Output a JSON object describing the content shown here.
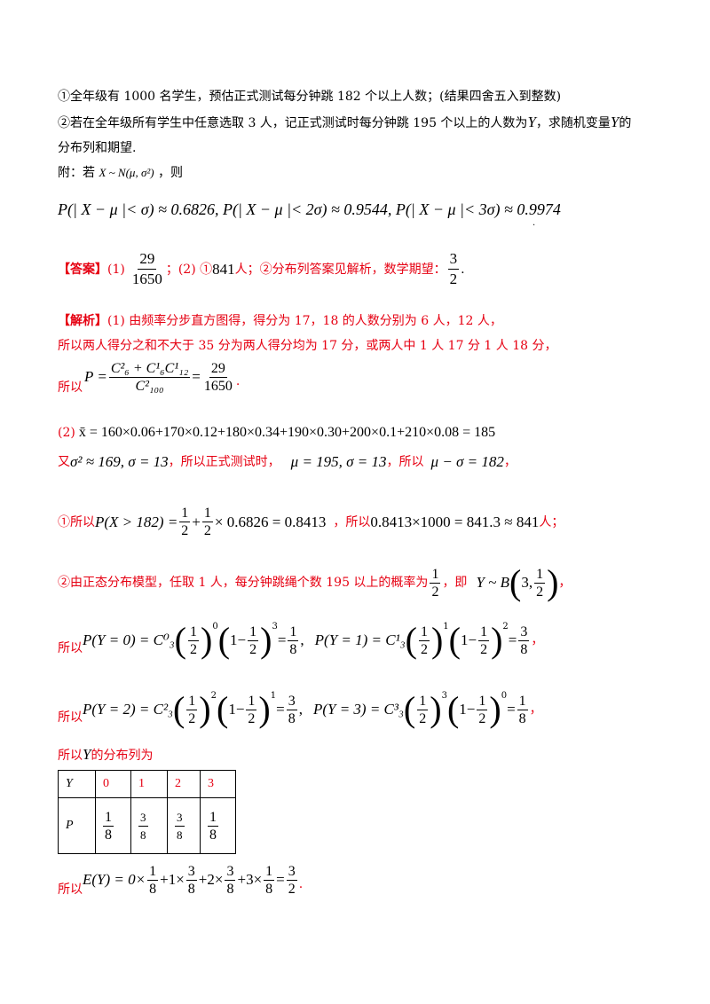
{
  "question": {
    "line1": "①全年级有 1000 名学生，预估正式测试每分钟跳 182 个以上人数；(结果四舍五入到整数)",
    "line2a": "②若在全年级所有学生中任意选取 3 人，记正式测试时每分钟跳 195 个以上的人数为",
    "line2b": "，求随机变量",
    "line2c": "的",
    "line3": "分布列和期望.",
    "appendix_a": "附：若",
    "appendix_b": "，则",
    "normal_probs": "P(| X − μ |< σ) ≈ 0.6826,    P(| X − μ |< 2σ) ≈ 0.9544,    P(| X − μ |< 3σ) ≈ 0.9974"
  },
  "answer": {
    "label": "【答案】",
    "part1": "(1)",
    "frac1_num": "29",
    "frac1_den": "1650",
    "part2": "；(2) ①",
    "value841": "841",
    "rest": "人；②分布列答案见解析，数学期望：",
    "exp_num": "3",
    "exp_den": "2"
  },
  "analysis": {
    "label": "【解析】",
    "p1": "(1) 由频率分步直方图得，得分为 17，18 的人数分别为 6 人，12 人，",
    "p2": "所以两人得分之和不大于 35 分为两人得分均为 17 分，或两人中 1 人 17 分 1 人 18 分，",
    "p3_prefix": "所以",
    "p3_lhs": "P =",
    "p3_num": "C²₆ + C¹₆C¹₁₂",
    "p3_den": "C²₁₀₀",
    "p3_res_num": "29",
    "p3_res_den": "1650",
    "mean_prefix": "(2)",
    "mean_expr": "x̄ = 160×0.06+170×0.12+180×0.34+190×0.30+200×0.1+210×0.08 = 185",
    "sigma_prefix": "又",
    "sigma_expr": "σ² ≈ 169, σ = 13",
    "sigma_mid": "，所以正式测试时，",
    "mu_expr": "μ = 195, σ = 13",
    "mu_mid": "，所以",
    "mu_res": "μ − σ = 182",
    "mu_end": "，",
    "q1_prefix": "①所以",
    "q1_expr_a": "P(X > 182) =",
    "q1_expr_b": "+",
    "q1_expr_c": "× 0.6826 = 0.8413",
    "q1_mid": "，所以",
    "q1_calc": "0.8413×1000 = 841.3 ≈ 841",
    "q1_end": "人；",
    "q2_text": "②由正态分布模型，任取 1 人，每分钟跳绳个数 195 以上的概率为",
    "q2_mid": "，即",
    "q2_dist": "Y ~ B",
    "q2_dist_arg": "3,",
    "q2_end": "，",
    "prob_prefix": "所以",
    "py0": "P(Y = 0) = C⁰₃",
    "py1": "P(Y = 1) = C¹₃",
    "py2": "P(Y = 2) = C²₃",
    "py3": "P(Y = 3) = C³₃",
    "dist_title": "所以",
    "dist_title_end": "的分布列为",
    "exp_prefix": "所以",
    "exp_expr": "E(Y) = 0×",
    "exp_end": "."
  },
  "table": {
    "row_y_label": "Y",
    "row_p_label": "P",
    "y_values": [
      "0",
      "1",
      "2",
      "3"
    ],
    "p_num": [
      "1",
      "3",
      "3",
      "1"
    ],
    "p_den": [
      "8",
      "8",
      "8",
      "8"
    ]
  },
  "symbols": {
    "Y": "Y",
    "X_dist": "X ~ N(μ, σ²)"
  },
  "colors": {
    "analysis_red": "#e60012",
    "text": "#000000"
  }
}
